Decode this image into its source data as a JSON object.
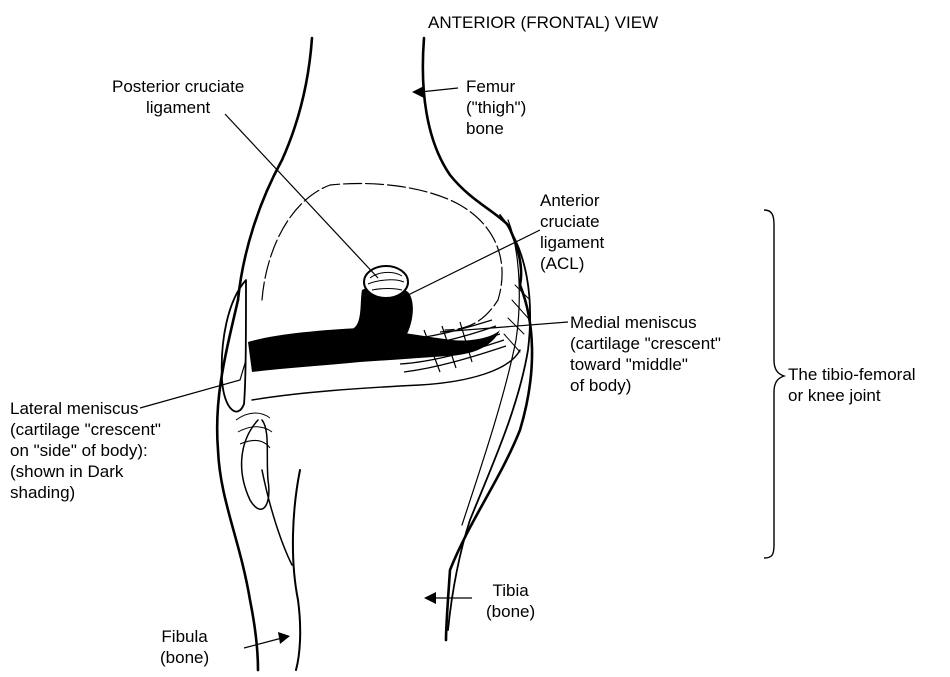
{
  "title": "ANTERIOR (FRONTAL) VIEW",
  "labels": {
    "posterior_cruciate": [
      "Posterior cruciate",
      "ligament"
    ],
    "femur": [
      "Femur",
      "(\"thigh\")",
      "bone"
    ],
    "anterior_cruciate": [
      "Anterior",
      "cruciate",
      "ligament",
      "(ACL)"
    ],
    "medial_meniscus": [
      "Medial meniscus",
      "(cartilage \"crescent\"",
      "toward \"middle\"",
      "of body)"
    ],
    "knee_joint": [
      "The tibio-femoral",
      "or knee joint"
    ],
    "lateral_meniscus": [
      "Lateral meniscus",
      "(cartilage \"crescent\"",
      "on \"side\" of body):",
      "(shown in Dark",
      "shading)"
    ],
    "tibia": [
      "Tibia",
      "(bone)"
    ],
    "fibula": [
      "Fibula",
      "(bone)"
    ]
  }
}
